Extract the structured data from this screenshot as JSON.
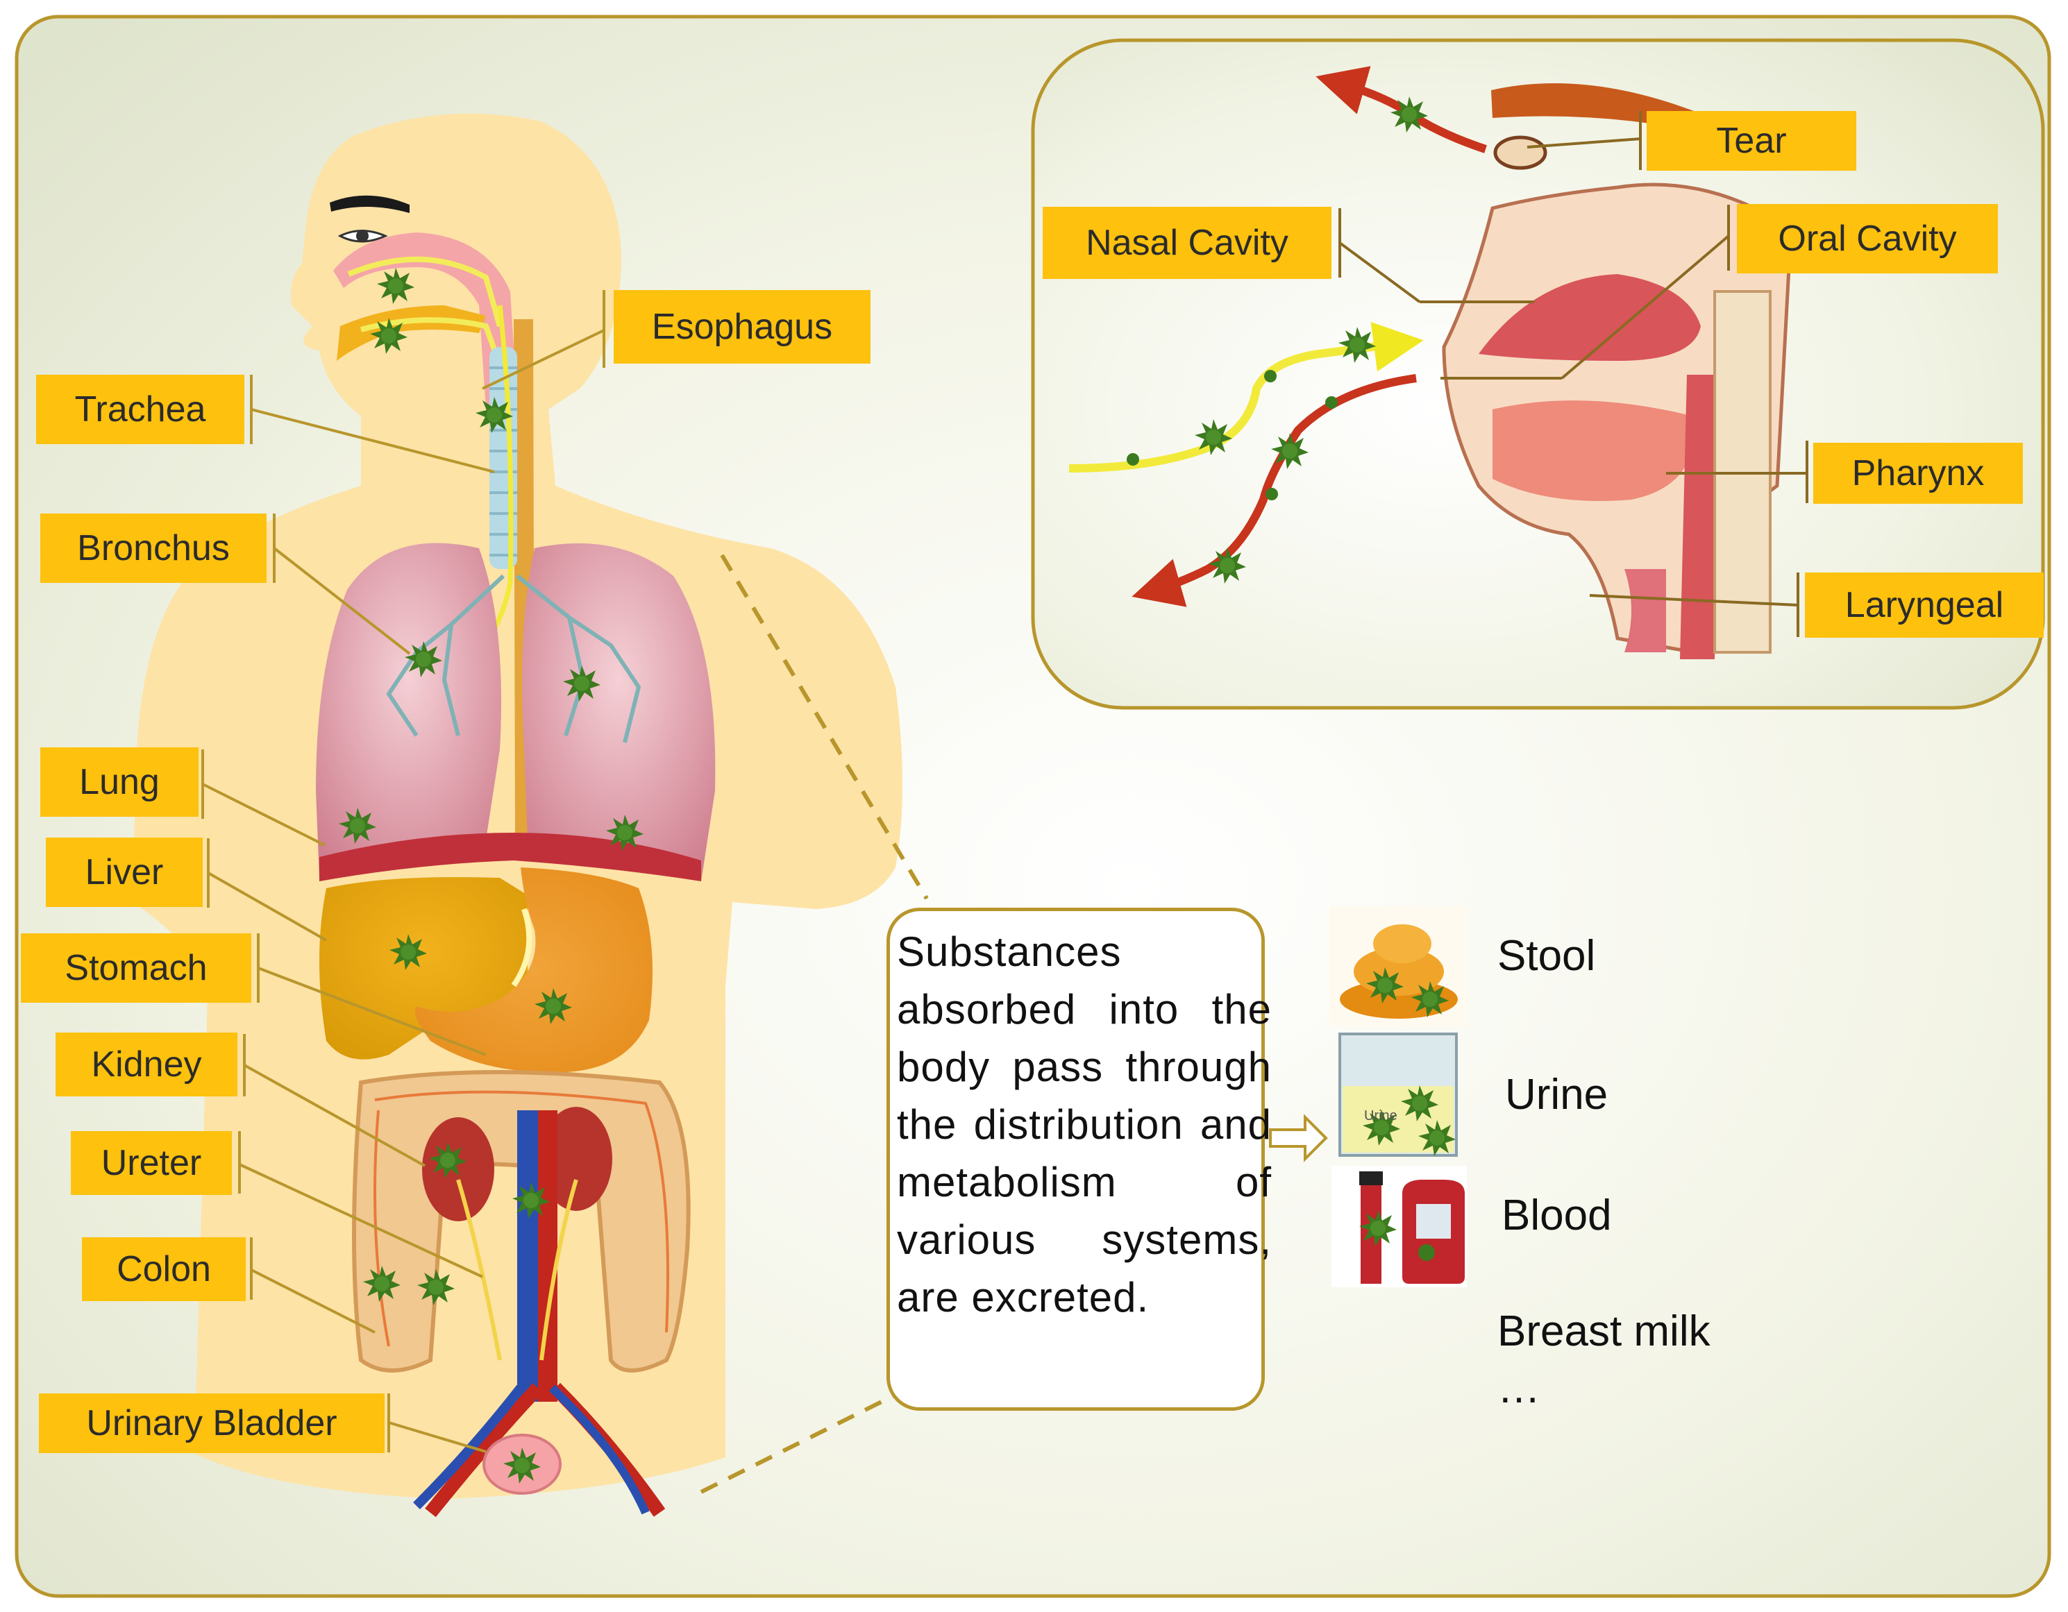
{
  "labels": {
    "esophagus": "Esophagus",
    "trachea": "Trachea",
    "bronchus": "Bronchus",
    "lung": "Lung",
    "liver": "Liver",
    "stomach": "Stomach",
    "kidney": "Kidney",
    "ureter": "Ureter",
    "colon": "Colon",
    "urinary_bladder": "Urinary Bladder",
    "tear": "Tear",
    "nasal_cavity": "Nasal Cavity",
    "oral_cavity": "Oral Cavity",
    "pharynx": "Pharynx",
    "laryngeal": "Laryngeal"
  },
  "description": "Substances absorbed into the body pass through the distribution and metabolism of various systems, are excreted.",
  "excretion": {
    "stool": "Stool",
    "urine": "Urine",
    "urine_jar_label": "Urine",
    "blood": "Blood",
    "breast_milk": "Breast milk",
    "more": "…"
  },
  "colors": {
    "label_bg": "#fdc10e",
    "border": "#b8962c",
    "body": "#fde3a6",
    "virus": "#3c7a1f"
  }
}
